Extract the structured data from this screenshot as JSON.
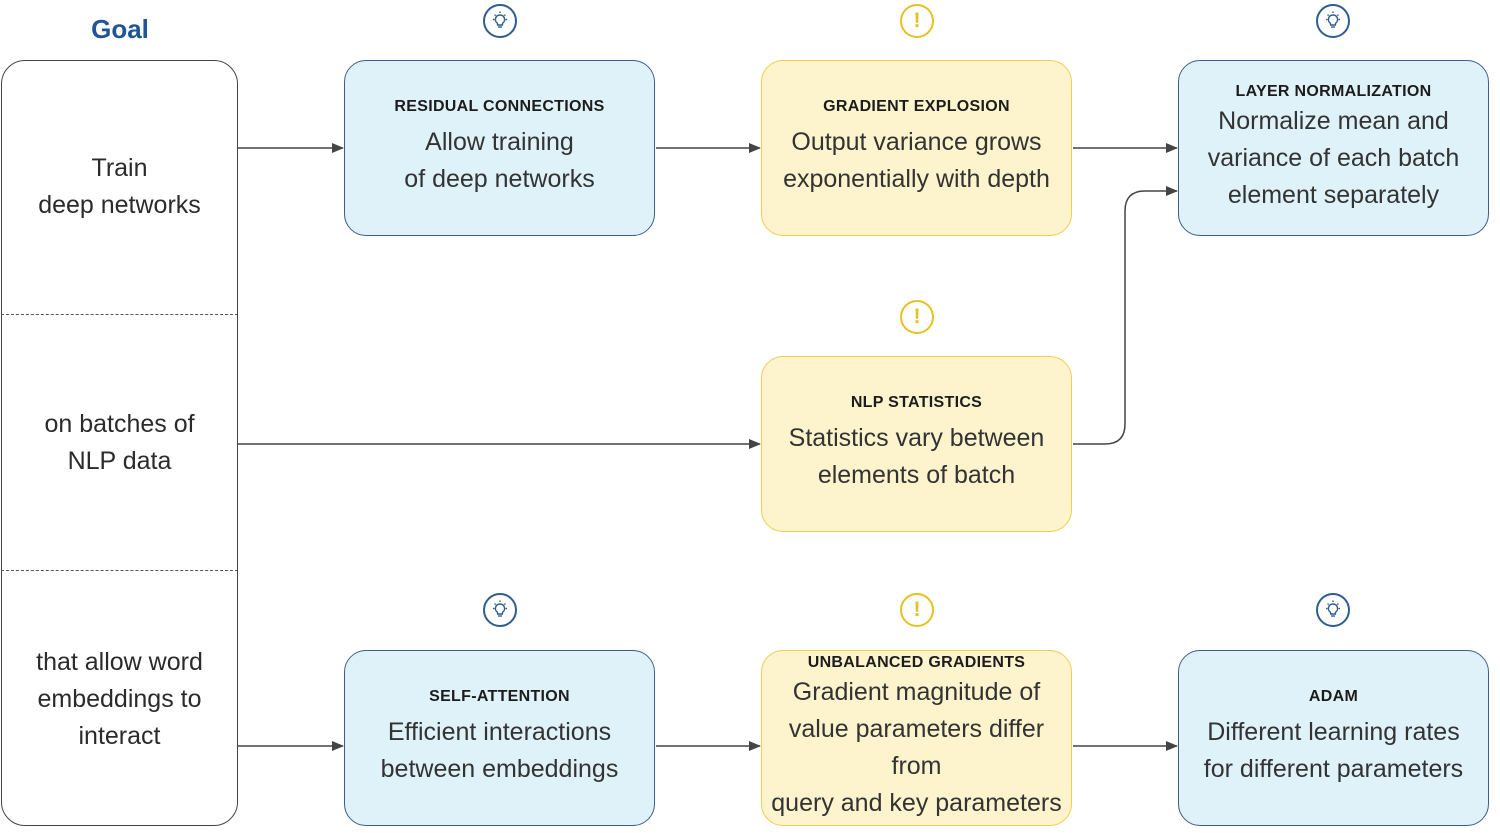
{
  "goal": {
    "title": "Goal",
    "items": [
      "Train\ndeep networks",
      "on batches of\nNLP data",
      "that allow word\nembeddings to\ninteract"
    ]
  },
  "cards": {
    "residual": {
      "title": "RESIDUAL CONNECTIONS",
      "body": "Allow training\nof deep networks"
    },
    "explosion": {
      "title": "GRADIENT EXPLOSION",
      "body": "Output variance grows\nexponentially with depth"
    },
    "layernorm": {
      "title": "LAYER NORMALIZATION",
      "body": "Normalize mean and\nvariance of each batch\nelement separately"
    },
    "nlpstats": {
      "title": "NLP STATISTICS",
      "body": "Statistics vary between\nelements of batch"
    },
    "selfattn": {
      "title": "SELF-ATTENTION",
      "body": "Efficient interactions\nbetween embeddings"
    },
    "unbalanced": {
      "title": "UNBALANCED GRADIENTS",
      "body": "Gradient magnitude of\nvalue parameters differ from\nquery and key parameters"
    },
    "adam": {
      "title": "ADAM",
      "body": "Different learning rates\nfor different parameters"
    }
  },
  "icons": {
    "warning_symbol": "!",
    "solution_color": "#2e5c93",
    "problem_color": "#e8c021"
  }
}
